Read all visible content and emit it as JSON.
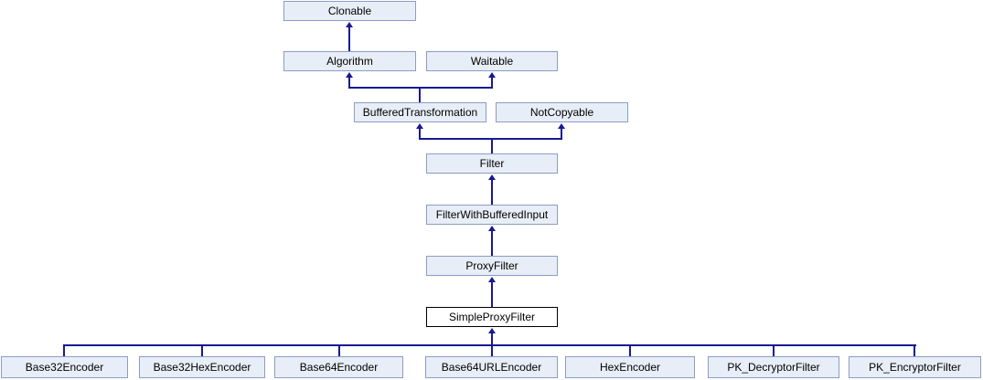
{
  "diagram": {
    "type": "class-inheritance-graph",
    "colors": {
      "node_fill": "#e8eef7",
      "node_border": "#8d9cc6",
      "current_node_fill": "#ffffff",
      "current_node_border": "#000000",
      "edge": "#191990",
      "text": "#000000",
      "background": "#ffffff"
    },
    "nodes": [
      {
        "label": "Clonable",
        "current": false
      },
      {
        "label": "Algorithm",
        "current": false
      },
      {
        "label": "Waitable",
        "current": false
      },
      {
        "label": "BufferedTransformation",
        "current": false
      },
      {
        "label": "NotCopyable",
        "current": false
      },
      {
        "label": "Filter",
        "current": false
      },
      {
        "label": "FilterWithBufferedInput",
        "current": false
      },
      {
        "label": "ProxyFilter",
        "current": false
      },
      {
        "label": "SimpleProxyFilter",
        "current": true
      },
      {
        "label": "Base32Encoder",
        "current": false
      },
      {
        "label": "Base32HexEncoder",
        "current": false
      },
      {
        "label": "Base64Encoder",
        "current": false
      },
      {
        "label": "Base64URLEncoder",
        "current": false
      },
      {
        "label": "HexEncoder",
        "current": false
      },
      {
        "label": "PK_DecryptorFilter",
        "current": false
      },
      {
        "label": "PK_EncryptorFilter",
        "current": false
      }
    ],
    "edges": [
      {
        "from": "Algorithm",
        "to": "Clonable"
      },
      {
        "from": "BufferedTransformation",
        "to": "Algorithm"
      },
      {
        "from": "BufferedTransformation",
        "to": "Waitable"
      },
      {
        "from": "Filter",
        "to": "BufferedTransformation"
      },
      {
        "from": "Filter",
        "to": "NotCopyable"
      },
      {
        "from": "FilterWithBufferedInput",
        "to": "Filter"
      },
      {
        "from": "ProxyFilter",
        "to": "FilterWithBufferedInput"
      },
      {
        "from": "SimpleProxyFilter",
        "to": "ProxyFilter"
      },
      {
        "from": "Base32Encoder",
        "to": "SimpleProxyFilter"
      },
      {
        "from": "Base32HexEncoder",
        "to": "SimpleProxyFilter"
      },
      {
        "from": "Base64Encoder",
        "to": "SimpleProxyFilter"
      },
      {
        "from": "Base64URLEncoder",
        "to": "SimpleProxyFilter"
      },
      {
        "from": "HexEncoder",
        "to": "SimpleProxyFilter"
      },
      {
        "from": "PK_DecryptorFilter",
        "to": "SimpleProxyFilter"
      },
      {
        "from": "PK_EncryptorFilter",
        "to": "SimpleProxyFilter"
      }
    ]
  }
}
